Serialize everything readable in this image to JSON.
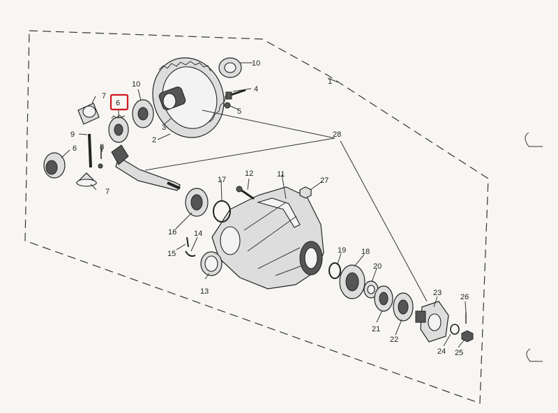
{
  "callouts": {
    "c1": "1",
    "c2": "2",
    "c3": "3",
    "c4": "4",
    "c5": "5",
    "c6a": "6",
    "c6b": "6",
    "c7a": "7",
    "c7b": "7",
    "c8": "8",
    "c9": "9",
    "c10a": "10",
    "c10b": "10",
    "c11": "11",
    "c12": "12",
    "c13": "13",
    "c14": "14",
    "c15": "15",
    "c16": "16",
    "c17": "17",
    "c18": "18",
    "c19": "19",
    "c20": "20",
    "c21": "21",
    "c22": "22",
    "c23": "23",
    "c24": "24",
    "c25": "25",
    "c26": "26",
    "c27": "27",
    "c28": "28"
  },
  "highlight": {
    "color": "#d0181e",
    "target": "6"
  }
}
